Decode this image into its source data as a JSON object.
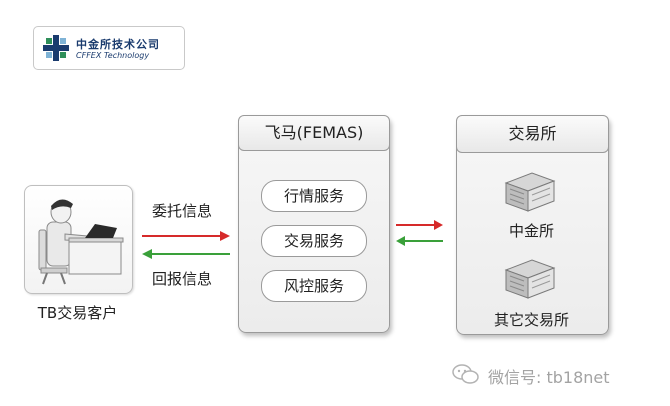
{
  "logo": {
    "company_cn": "中金所技术公司",
    "company_en": "CFFEX Technology"
  },
  "client": {
    "label": "TB交易客户"
  },
  "flows": {
    "order_label": "委托信息",
    "report_label": "回报信息"
  },
  "femas": {
    "title": "飞马(FEMAS)",
    "services": [
      {
        "label": "行情服务"
      },
      {
        "label": "交易服务"
      },
      {
        "label": "风控服务"
      }
    ]
  },
  "exchange": {
    "title": "交易所",
    "items": [
      {
        "label": "中金所"
      },
      {
        "label": "其它交易所"
      }
    ]
  },
  "watermark": {
    "text": "微信号: tb18net"
  },
  "colors": {
    "request_arrow": "#d62a2a",
    "response_arrow": "#3aa03a",
    "brand": "#1a3b6e"
  }
}
